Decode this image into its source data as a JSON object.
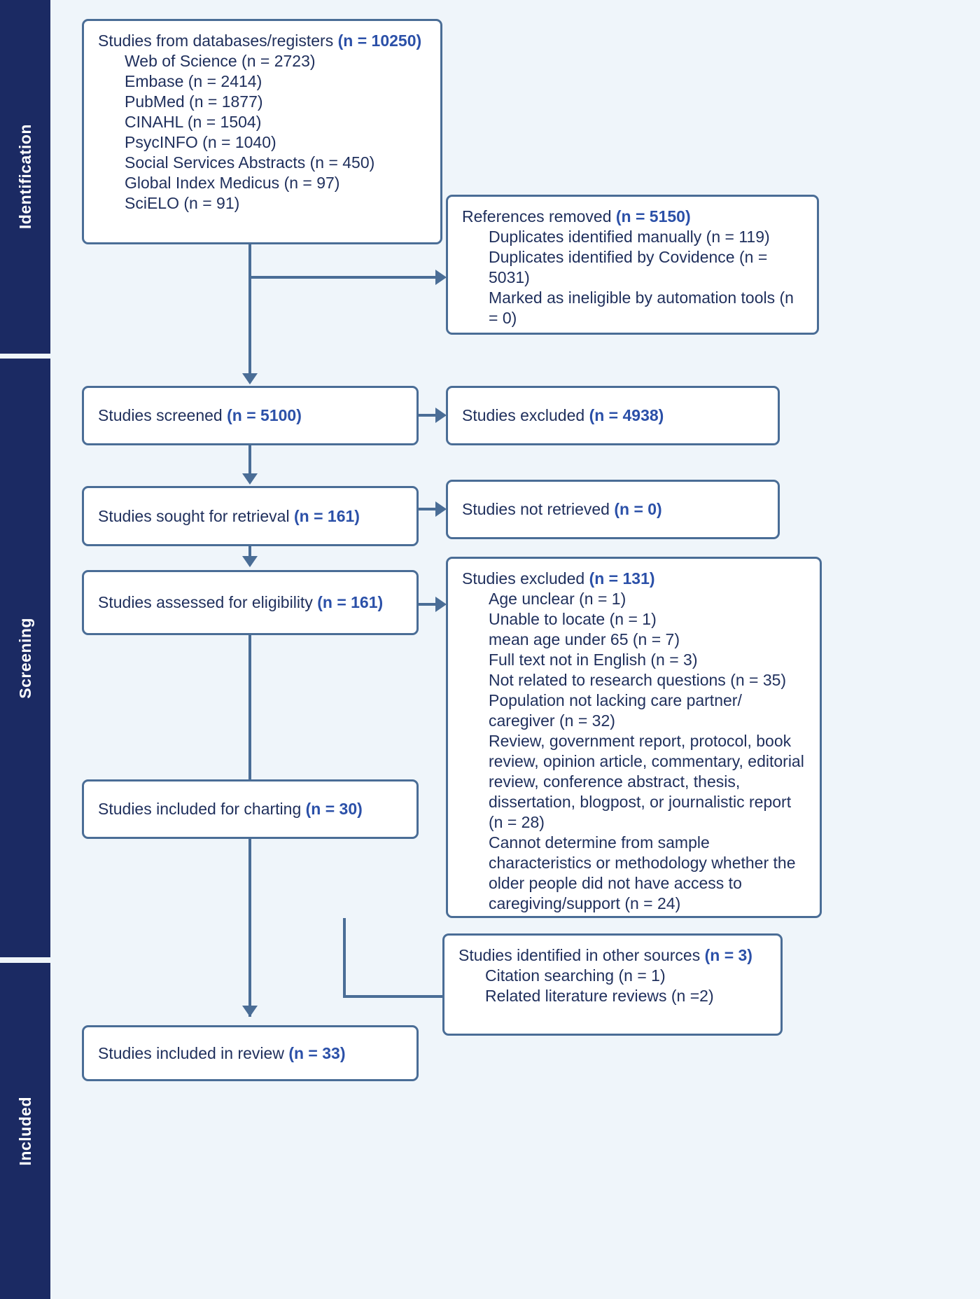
{
  "rail": {
    "identification": "Identification",
    "screening": "Screening",
    "included": "Included"
  },
  "colors": {
    "rail_bg": "#1b2a63",
    "page_bg": "#eff5fa",
    "box_border": "#4a6d96",
    "box_bg": "#ffffff",
    "text": "#1f2f5c",
    "accent_count": "#2b50a8"
  },
  "boxes": {
    "sources": {
      "header_text": "Studies from databases/registers ",
      "header_count": "(n = 10250)",
      "items": [
        "Web of Science (n = 2723)",
        "Embase (n = 2414)",
        "PubMed (n = 1877)",
        "CINAHL (n = 1504)",
        "PsycINFO (n = 1040)",
        "Social Services Abstracts (n = 450)",
        "Global Index Medicus (n = 97)",
        "SciELO (n = 91)"
      ]
    },
    "removed": {
      "header_text": "References removed ",
      "header_count": "(n = 5150)",
      "items": [
        "Duplicates identified manually (n = 119)",
        "Duplicates identified by Covidence (n = 5031)",
        "Marked as ineligible by automation tools (n = 0)"
      ]
    },
    "screened": {
      "header_text": "Studies screened ",
      "header_count": "(n = 5100)"
    },
    "excluded_1": {
      "header_text": "Studies excluded ",
      "header_count": "(n = 4938)"
    },
    "sought": {
      "header_text": "Studies sought for retrieval ",
      "header_count": "(n = 161)"
    },
    "not_retrieved": {
      "header_text": "Studies not retrieved ",
      "header_count": "(n = 0)"
    },
    "assessed": {
      "header_text": "Studies assessed for eligibility ",
      "header_count": "(n = 161)"
    },
    "excluded_2": {
      "header_text": "Studies excluded ",
      "header_count": "(n = 131)",
      "items": [
        "Age unclear (n = 1)",
        "Unable to locate (n = 1)",
        "mean age under 65 (n = 7)",
        "Full text not in English (n = 3)",
        "Not related to research questions (n = 35)",
        "Population not lacking care partner/ caregiver (n = 32)",
        "Review, government report, protocol, book review, opinion article, commentary, editorial review, conference abstract, thesis, dissertation, blogpost, or journalistic report (n = 28)",
        "Cannot determine from sample characteristics or methodology whether the older people did not have access to caregiving/support (n = 24)"
      ]
    },
    "charting": {
      "header_text": "Studies included for charting ",
      "header_count": "(n = 30)"
    },
    "other_sources": {
      "header_text": "Studies identified in other sources ",
      "header_count": "(n = 3)",
      "items": [
        "Citation searching (n = 1)",
        "Related literature reviews (n =2)"
      ]
    },
    "included": {
      "header_text": "Studies included in review ",
      "header_count": "(n = 33)"
    }
  }
}
